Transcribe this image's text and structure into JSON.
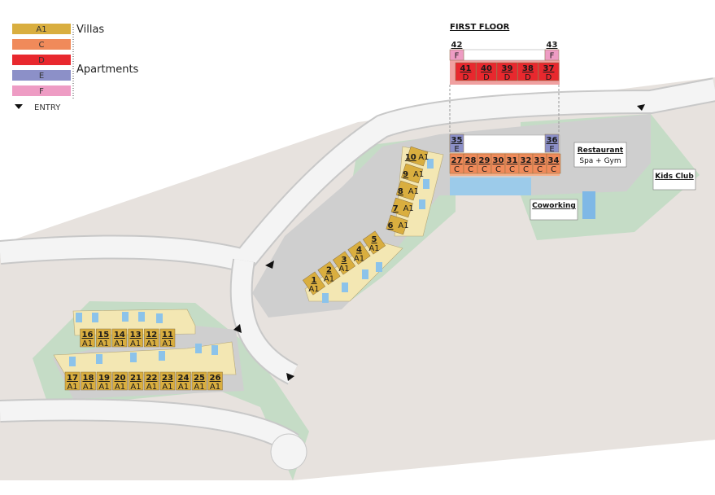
{
  "legend": {
    "items": [
      {
        "code": "A1",
        "color": "#d9ae3f"
      },
      {
        "code": "C",
        "color": "#f08a5a"
      },
      {
        "code": "D",
        "color": "#e8282e"
      },
      {
        "code": "E",
        "color": "#8c90c8"
      },
      {
        "code": "F",
        "color": "#ee9cc4"
      }
    ],
    "group_villas": "Villas",
    "group_apartments": "Apartments",
    "entry_label": "ENTRY",
    "entry_icon": "triangle-down-icon"
  },
  "first_floor": {
    "title": "FIRST FLOOR",
    "units": [
      {
        "number": "42",
        "type": "F"
      },
      {
        "number": "43",
        "type": "F"
      },
      {
        "number": "41",
        "type": "D"
      },
      {
        "number": "40",
        "type": "D"
      },
      {
        "number": "39",
        "type": "D"
      },
      {
        "number": "38",
        "type": "D"
      },
      {
        "number": "37",
        "type": "D"
      }
    ]
  },
  "ground_apartments": [
    {
      "number": "35",
      "type": "E"
    },
    {
      "number": "36",
      "type": "E"
    },
    {
      "number": "27",
      "type": "C"
    },
    {
      "number": "28",
      "type": "C"
    },
    {
      "number": "29",
      "type": "C"
    },
    {
      "number": "30",
      "type": "C"
    },
    {
      "number": "31",
      "type": "C"
    },
    {
      "number": "32",
      "type": "C"
    },
    {
      "number": "33",
      "type": "C"
    },
    {
      "number": "34",
      "type": "C"
    }
  ],
  "villas": [
    {
      "number": "1",
      "type": "A1"
    },
    {
      "number": "2",
      "type": "A1"
    },
    {
      "number": "3",
      "type": "A1"
    },
    {
      "number": "4",
      "type": "A1"
    },
    {
      "number": "5",
      "type": "A1"
    },
    {
      "number": "6",
      "type": "A1"
    },
    {
      "number": "7",
      "type": "A1"
    },
    {
      "number": "8",
      "type": "A1"
    },
    {
      "number": "9",
      "type": "A1"
    },
    {
      "number": "10",
      "type": "A1"
    },
    {
      "number": "11",
      "type": "A1"
    },
    {
      "number": "12",
      "type": "A1"
    },
    {
      "number": "13",
      "type": "A1"
    },
    {
      "number": "14",
      "type": "A1"
    },
    {
      "number": "15",
      "type": "A1"
    },
    {
      "number": "16",
      "type": "A1"
    },
    {
      "number": "17",
      "type": "A1"
    },
    {
      "number": "18",
      "type": "A1"
    },
    {
      "number": "19",
      "type": "A1"
    },
    {
      "number": "20",
      "type": "A1"
    },
    {
      "number": "21",
      "type": "A1"
    },
    {
      "number": "22",
      "type": "A1"
    },
    {
      "number": "23",
      "type": "A1"
    },
    {
      "number": "24",
      "type": "A1"
    },
    {
      "number": "25",
      "type": "A1"
    },
    {
      "number": "26",
      "type": "A1"
    }
  ],
  "facilities": {
    "restaurant": "Restaurant",
    "spa_gym": "Spa + Gym",
    "kids_club": "Kids Club",
    "coworking": "Coworking"
  }
}
